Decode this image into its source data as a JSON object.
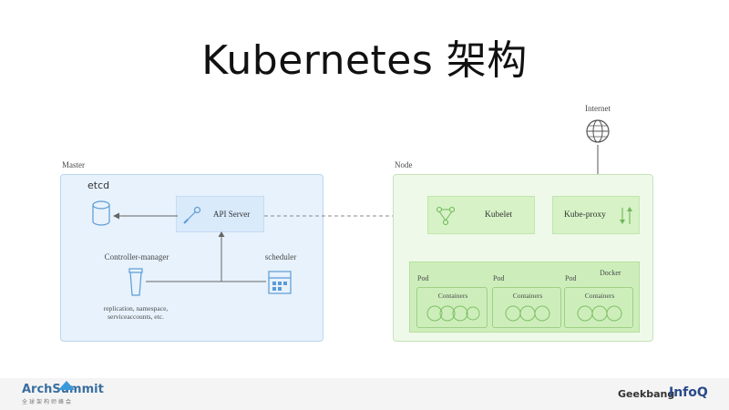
{
  "title": "Kubernetes 架构",
  "master": {
    "label": "Master",
    "etcd": "etcd",
    "api_server": "API Server",
    "controller_manager": "Controller-manager",
    "scheduler": "scheduler",
    "controllers_text": "replication, namespace, serviceaccounts, etc."
  },
  "node": {
    "label": "Node",
    "kubelet": "Kubelet",
    "kube_proxy": "Kube-proxy",
    "docker": "Docker",
    "pod_label": "Pod",
    "container_label": "Containers"
  },
  "internet": "Internet",
  "footer": {
    "left_logo": "ArchSummit",
    "left_sub": "全球架构师峰会",
    "right_logo1": "Geekbang",
    "right_logo2": "InfoQ"
  },
  "colors": {
    "master_bg": "#e7f2fc",
    "node_bg": "#eef9e9",
    "icon_blue": "#5b9bd5",
    "icon_green": "#6fb85a"
  }
}
